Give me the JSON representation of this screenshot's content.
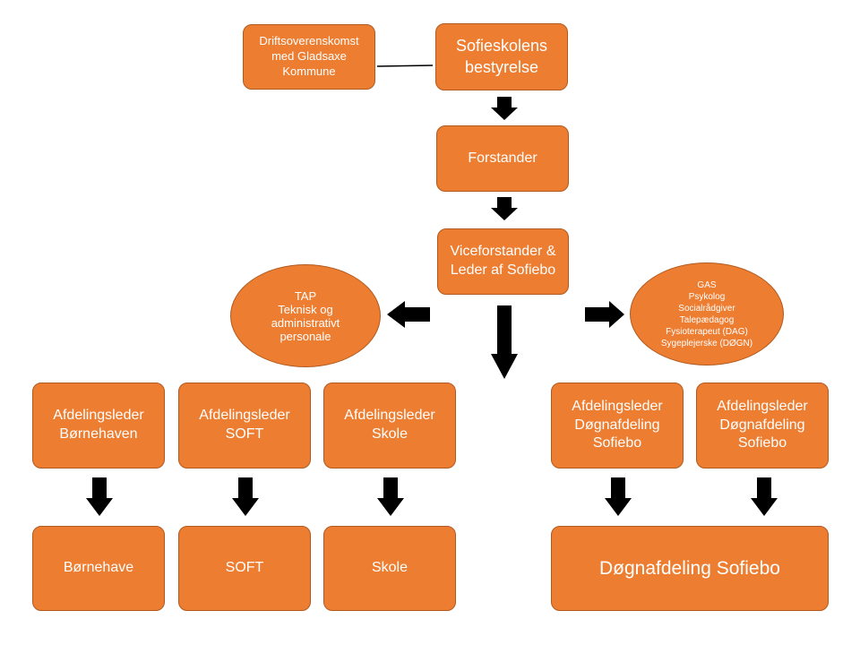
{
  "diagram": {
    "type": "org-chart",
    "colors": {
      "node_fill": "#ed7d31",
      "node_border": "#b05a1f",
      "node_text": "#ffffff",
      "arrow": "#000000"
    },
    "nodes": {
      "agreement": "Driftsoverenskomst\nmed Gladsaxe\nKommune",
      "board": "Sofieskolens\nbestyrelse",
      "principal": "Forstander",
      "vice": "Viceforstander &\nLeder af Sofiebo",
      "tap": "TAP\nTeknisk og\nadministrativt\npersonale",
      "specialists": "GAS\nPsykolog\nSocialrådgiver\nTalepædagog\nFysioterapeut (DAG)\nSygeplejerske (DØGN)",
      "lead_kindergarten": "Afdelingsleder\nBørnehaven",
      "lead_soft": "Afdelingsleder\nSOFT",
      "lead_school": "Afdelingsleder\nSkole",
      "lead_residential_1": "Afdelingsleder\nDøgnafdeling\nSofiebo",
      "lead_residential_2": "Afdelingsleder\nDøgnafdeling\nSofiebo",
      "dept_kindergarten": "Børnehave",
      "dept_soft": "SOFT",
      "dept_school": "Skole",
      "dept_residential": "Døgnafdeling Sofiebo"
    }
  }
}
